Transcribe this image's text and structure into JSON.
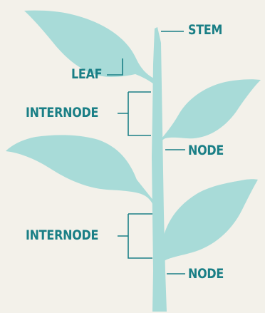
{
  "diagram": {
    "labels": {
      "stem": "STEM",
      "leaf": "LEAF",
      "internode_upper": "INTERNODE",
      "node_upper": "NODE",
      "internode_lower": "INTERNODE",
      "node_lower": "NODE"
    },
    "colors": {
      "background": "#f3f1ea",
      "plant": "#a8dbd8",
      "label_text": "#1a7f86",
      "leader_line": "#1a7f86"
    }
  }
}
